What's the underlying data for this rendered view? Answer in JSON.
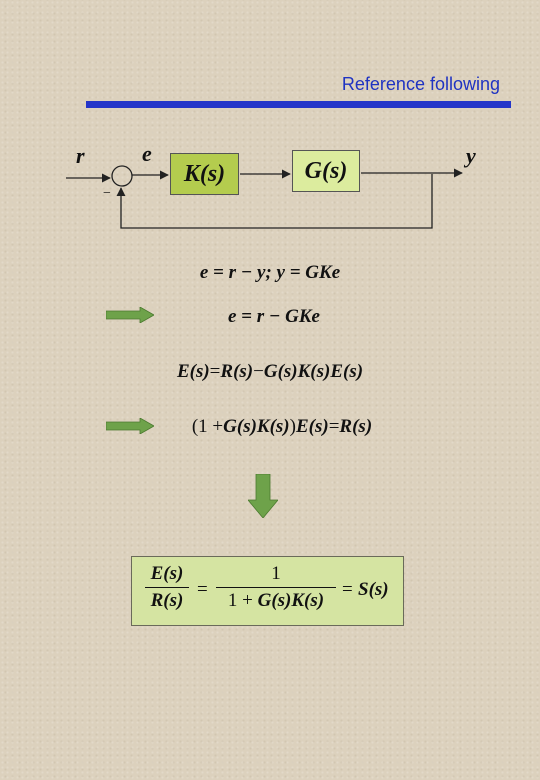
{
  "slide": {
    "title": "Reference following"
  },
  "diagram": {
    "input_label": "r",
    "error_label": "e",
    "output_label": "y",
    "minus_sign": "−",
    "controller_block": "K(s)",
    "plant_block": "G(s)"
  },
  "equations": {
    "eq1": "e = r − y; y = GKe",
    "eq2": "e = r − GKe",
    "eq3_lhs": "E(s)",
    "eq3_eq": " = ",
    "eq3_rhs_a": "R(s)",
    "eq3_minus": " − ",
    "eq3_rhs_b": "G(s)K(s)E(s)",
    "eq4_open": "(1 + ",
    "eq4_gk": "G(s)K(s)",
    "eq4_close": ")",
    "eq4_e": "E(s)",
    "eq4_eq": " = ",
    "eq4_r": "R(s)"
  },
  "result": {
    "frac1_num": "E(s)",
    "frac1_den": "R(s)",
    "equals1": "=",
    "frac2_num": "1",
    "frac2_den_a": "1 + ",
    "frac2_den_b": "G(s)K(s)",
    "equals2": "=",
    "sensitivity": "S(s)"
  },
  "colors": {
    "accent_blue": "#2435c9",
    "controller_fill": "#b4cc4e",
    "plant_fill": "#dcec9e",
    "arrow_green": "#6ea24a",
    "result_fill": "#d5e4a2"
  }
}
